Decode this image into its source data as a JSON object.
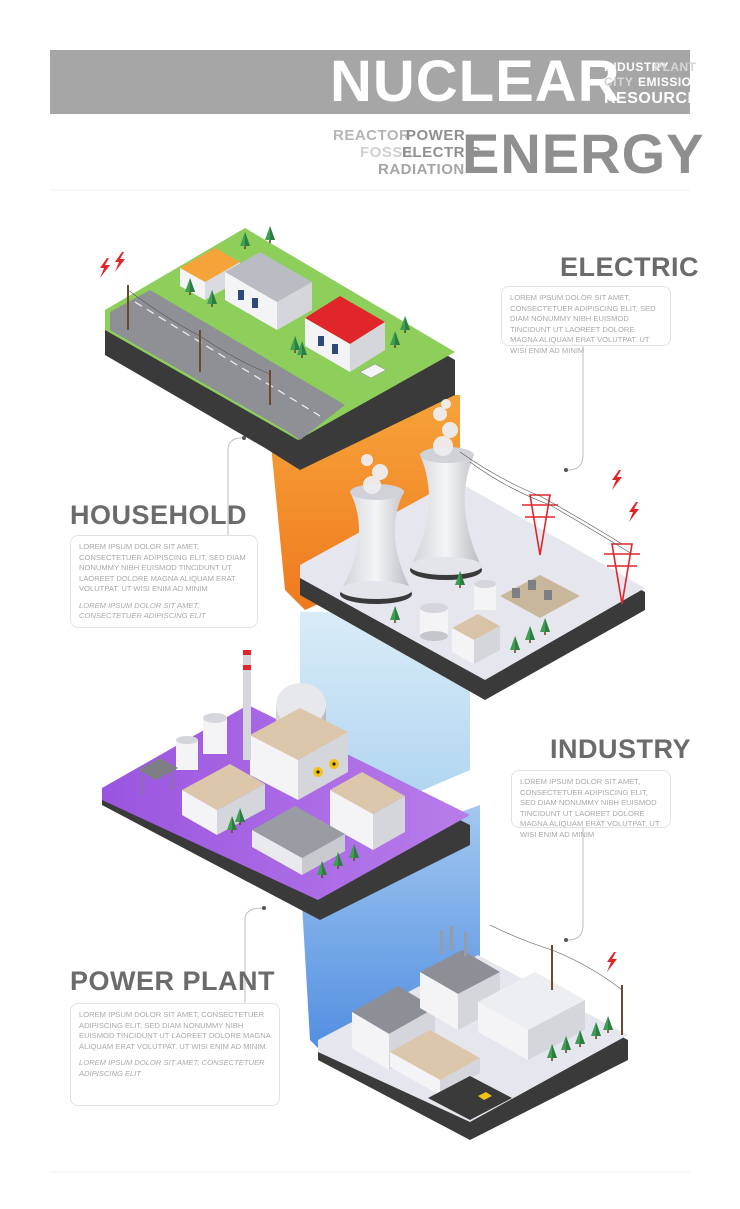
{
  "header": {
    "title_word1": "NUCLEAR",
    "title_word2": "ENERGY",
    "tags_top": [
      "INDUSTRY",
      "PLANT",
      "CITY",
      "EMISSION",
      "RESOURCE"
    ],
    "tags_bottom": [
      "REACTOR",
      "POWER",
      "FOSSIL",
      "ELECTRIC",
      "RADIATION"
    ]
  },
  "sections": {
    "electric": {
      "label": "ELECTRIC",
      "text": "LOREM IPSUM DOLOR SIT AMET, CONSECTETUER ADIPISCING ELIT, SED DIAM NONUMMY NIBH EUISMOD TINCIDUNT UT LAOREET DOLORE MAGNA ALIQUAM ERAT VOLUTPAT. UT WISI ENIM AD MINIM"
    },
    "household": {
      "label": "HOUSEHOLD",
      "text": "LOREM IPSUM DOLOR SIT AMET, CONSECTETUER ADIPISCING ELIT, SED DIAM NONUMMY NIBH EUISMOD TINCIDUNT UT LAOREET DOLORE MAGNA ALIQUAM ERAT VOLUTPAT. UT WISI ENIM AD MINIM",
      "note": "LOREM IPSUM DOLOR SIT AMET, CONSECTETUER ADIPISCING ELIT"
    },
    "industry": {
      "label": "INDUSTRY",
      "text": "LOREM IPSUM DOLOR SIT AMET, CONSECTETUER ADIPISCING ELIT, SED DIAM NONUMMY NIBH EUISMOD TINCIDUNT UT LAOREET DOLORE MAGNA ALIQUAM ERAT VOLUTPAT. UT WISI ENIM AD MINIM"
    },
    "power_plant": {
      "label": "POWER PLANT",
      "text": "LOREM IPSUM DOLOR SIT AMET, CONSECTETUER ADIPISCING ELIT, SED DIAM NONUMMY NIBH EUISMOD TINCIDUNT UT LAOREET DOLORE MAGNA ALIQUAM ERAT VOLUTPAT. UT WISI ENIM AD MINIM.",
      "note": "LOREM IPSUM DOLOR SIT AMET, CONSECTETUER ADIPISCING ELIT"
    }
  },
  "colors": {
    "header_bar": "#a6a6a6",
    "label_text": "#6b6b6b",
    "tag_light": "#c8c8c8",
    "tag_dark": "#8f8f8f",
    "grass": "#8dcf5a",
    "orange_band": "#f28a22",
    "blue_light_band": "#b9dcf2",
    "purple_platform": "#a35be0",
    "blue_band": "#6fa6e6",
    "platform_grey": "#e6e7ee",
    "platform_edge": "#3c3c3c",
    "danger_red": "#e0262a"
  },
  "icons": [
    "lightning-icon",
    "radiation-icon",
    "tree-icon",
    "power-pylon-icon",
    "car-icon"
  ]
}
